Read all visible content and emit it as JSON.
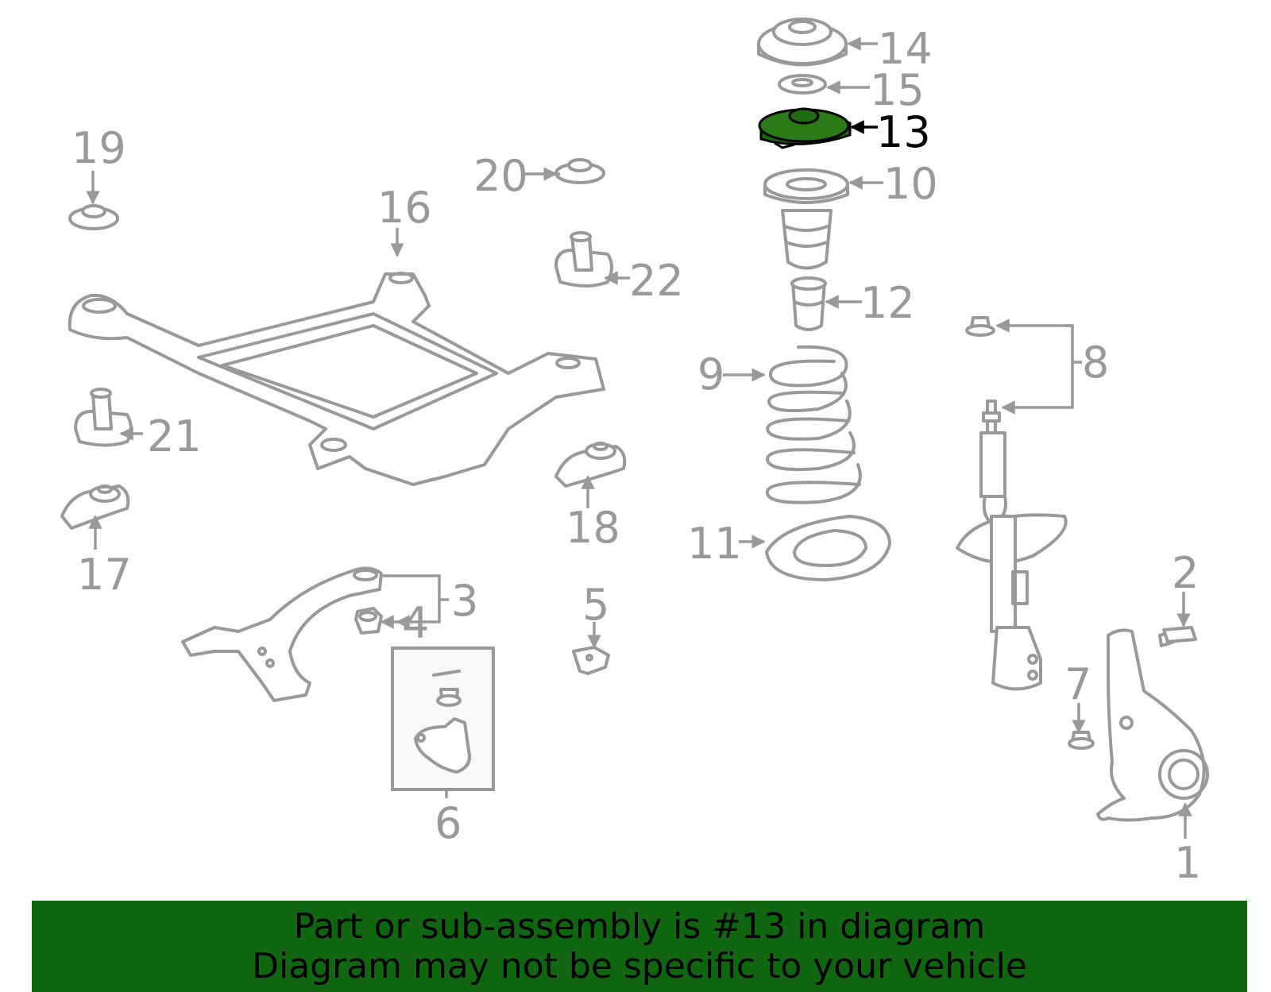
{
  "callouts": {
    "c1": "1",
    "c2": "2",
    "c3": "3",
    "c4": "4",
    "c5": "5",
    "c6": "6",
    "c7": "7",
    "c8": "8",
    "c9": "9",
    "c10": "10",
    "c11": "11",
    "c12": "12",
    "c13": "13",
    "c14": "14",
    "c15": "15",
    "c16": "16",
    "c17": "17",
    "c18": "18",
    "c19": "19",
    "c20": "20",
    "c21": "21",
    "c22": "22"
  },
  "highlight": {
    "part": "13",
    "color": "#1f6b12"
  },
  "banner": {
    "line1": "Part or sub-assembly is #13 in diagram",
    "line2": "Diagram may not be specific to your vehicle",
    "background": "#116611"
  }
}
